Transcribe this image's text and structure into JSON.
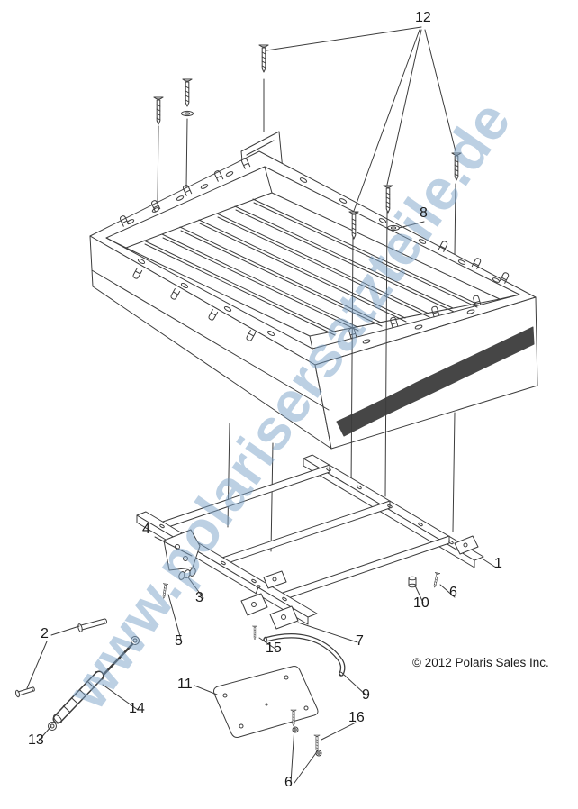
{
  "watermark": {
    "text": "www.polarisersatzteile.de"
  },
  "copyright": "© 2012 Polaris Sales Inc.",
  "callouts": {
    "c12": "12",
    "c8": "8",
    "c1": "1",
    "c6_right": "6",
    "c10": "10",
    "c4": "4",
    "c3": "3",
    "c5": "5",
    "c7": "7",
    "c2": "2",
    "c15": "15",
    "c9": "9",
    "c11": "11",
    "c14": "14",
    "c13": "13",
    "c16": "16",
    "c6_bottom": "6"
  },
  "colors": {
    "background": "#ffffff",
    "line": "#3c3c3c",
    "accent_dark": "#464646",
    "watermark": "#7aa2c8"
  }
}
